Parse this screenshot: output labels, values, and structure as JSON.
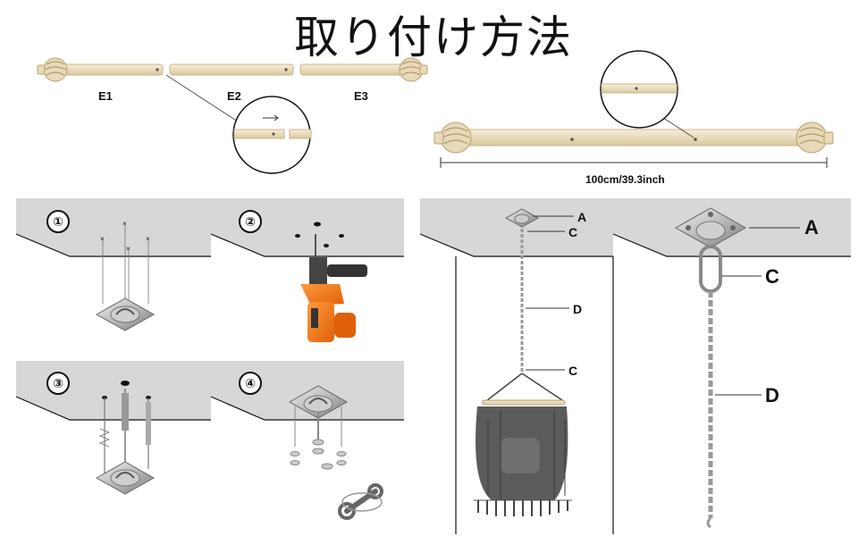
{
  "title": "取り付け方法",
  "rod": {
    "segments": [
      "E1",
      "E2",
      "E3"
    ],
    "length_label": "100cm/39.3inch"
  },
  "steps": [
    "①",
    "②",
    "③",
    "④"
  ],
  "parts_small": {
    "a": "A",
    "c_top": "C",
    "d": "D",
    "c_bottom": "C"
  },
  "parts_large": {
    "a": "A",
    "c": "C",
    "d": "D"
  },
  "icons": [
    "drill-icon",
    "wrench-icon",
    "ceiling-plate-icon",
    "hanging-chair-icon",
    "carabiner-icon",
    "chain-icon"
  ]
}
